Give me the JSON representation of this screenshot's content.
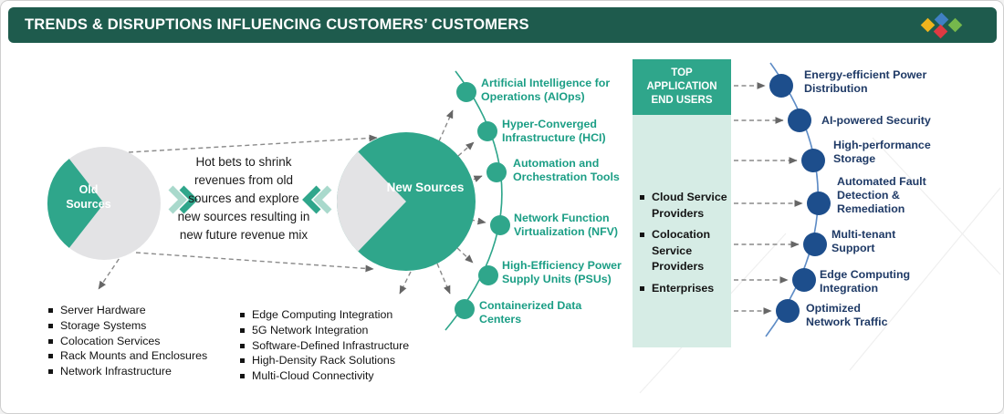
{
  "header": {
    "title": "TRENDS & DISRUPTIONS INFLUENCING CUSTOMERS’ CUSTOMERS"
  },
  "flow": {
    "old_circle_label": "Old Sources",
    "new_circle_label": "New Sources",
    "description": "Hot bets to shrink revenues from old sources and explore new sources resulting in new future revenue mix"
  },
  "old_source_offerings": [
    "Server Hardware",
    "Storage Systems",
    "Colocation Services",
    "Rack Mounts and Enclosures",
    "Network Infrastructure"
  ],
  "new_source_offerings": [
    "Edge Computing Integration",
    "5G Network Integration",
    "Software-Defined Infrastructure",
    "High-Density Rack Solutions",
    "Multi-Cloud Connectivity"
  ],
  "new_source_trends": [
    "Artificial Intelligence for Operations (AIOps)",
    "Hyper-Converged Infrastructure (HCI)",
    "Automation and Orchestration Tools",
    "Network Function Virtualization (NFV)",
    "High-Efficiency Power Supply Units (PSUs)",
    "Containerized Data Centers"
  ],
  "end_users": {
    "title": "TOP APPLICATION END USERS",
    "items": [
      "Cloud Service Providers",
      "Colocation Service Providers",
      "Enterprises"
    ]
  },
  "end_user_needs": [
    "Energy-efficient Power Distribution",
    "AI-powered Security",
    "High-performance Storage",
    "Automated Fault Detection & Remediation",
    "Multi-tenant Support",
    "Edge Computing Integration",
    "Optimized Network Traffic"
  ],
  "colors": {
    "teal": "#2FA68B",
    "teal_pale": "#A9D9CC",
    "teal_light": "#D6ECE5",
    "teal_text": "#1B9E85",
    "header_green": "#1E5B4D",
    "navy": "#1D4E8C",
    "navy_text": "#1F3A66",
    "arc_blue": "#5E8CC6",
    "circle_gray": "#E3E3E5",
    "text_dark": "#1B1B1B",
    "line_gray": "#8A8A8A",
    "logo_yellow": "#EFB41E",
    "logo_blue": "#4080C4",
    "logo_red": "#DE3A42",
    "logo_green": "#75B84C"
  }
}
